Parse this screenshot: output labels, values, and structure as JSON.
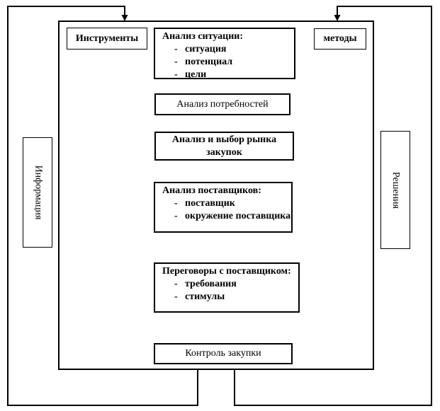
{
  "top_boxes": {
    "tools": "Инструменты",
    "methods": "методы"
  },
  "side_labels": {
    "left": "Информация",
    "right": "Решения"
  },
  "flow": [
    {
      "title": "Анализ ситуации:",
      "items": [
        "ситуация",
        "потенциал",
        "цели"
      ]
    },
    {
      "title": "Анализ потребностей",
      "items": []
    },
    {
      "title": "Анализ и выбор рынка закупок",
      "items": []
    },
    {
      "title": "Анализ поставщиков:",
      "items": [
        "поставщик",
        "окружение поставщика"
      ]
    },
    {
      "title": "Переговоры с поставщиком:",
      "items": [
        "требования",
        "стимулы"
      ]
    },
    {
      "title": "Контроль закупки",
      "items": []
    }
  ],
  "misc": {
    "dash": "-"
  },
  "colors": {
    "line": "#000000",
    "background": "#ffffff"
  }
}
